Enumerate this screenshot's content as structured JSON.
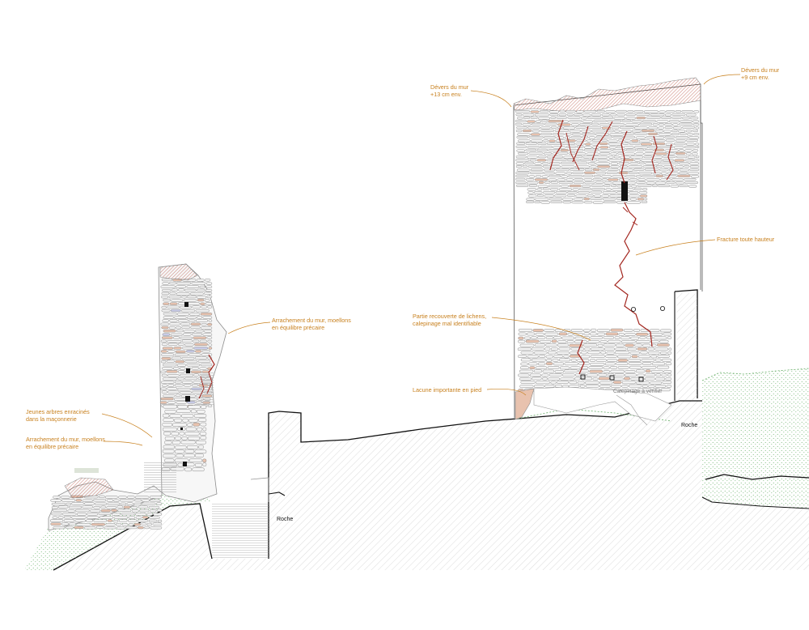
{
  "colors": {
    "annotation": "#c8811f",
    "fracture": "#a3261f",
    "stone_outline": "#8c8c8c",
    "stone_fill": "#f4f4f4",
    "stone_ochre": "#e8c2ae",
    "stone_blue": "#c8cbe8",
    "rock_hatch": "#bdbdbd",
    "vegetation": "#6bb06b"
  },
  "annotations": {
    "devers_left": [
      "Dévers du mur",
      "+13 cm env."
    ],
    "devers_right": [
      "Dévers du mur",
      "+9 cm env."
    ],
    "fracture": [
      "Fracture toute hauteur"
    ],
    "lichens": [
      "Partie recouverte de lichens,",
      "calepinage mal identifiable"
    ],
    "lacune": [
      "Lacune importante en pied"
    ],
    "arrachement_top": [
      "Arrachement du mur, moellons",
      "en équilibre précaire"
    ],
    "arbres": [
      "Jeunes arbres enracinés",
      "dans la maçonnerie"
    ],
    "arrachement_bottom": [
      "Arrachement du mur, moellons",
      "en équilibre précaire"
    ]
  },
  "labels": {
    "calepinage": "Calepinage à vérifier",
    "roche_left": "Roche",
    "roche_right": "Roche"
  }
}
